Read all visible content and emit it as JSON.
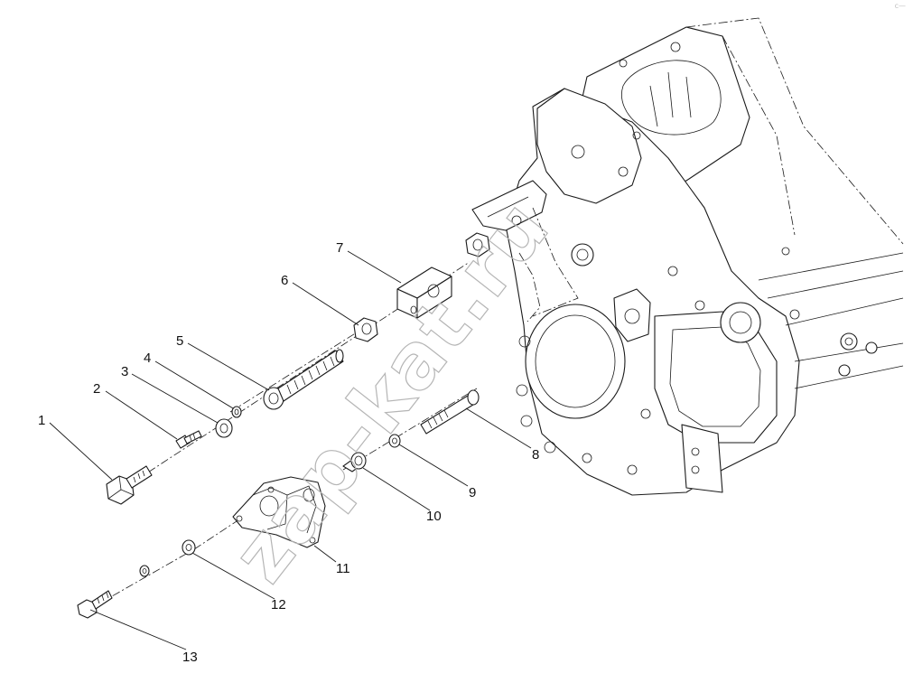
{
  "watermark": "zap-kat.ru",
  "corner_mark": "c—",
  "callouts": [
    {
      "id": "1",
      "label": "1"
    },
    {
      "id": "2",
      "label": "2"
    },
    {
      "id": "3",
      "label": "3"
    },
    {
      "id": "4",
      "label": "4"
    },
    {
      "id": "5",
      "label": "5"
    },
    {
      "id": "6",
      "label": "6"
    },
    {
      "id": "7",
      "label": "7"
    },
    {
      "id": "8",
      "label": "8"
    },
    {
      "id": "9",
      "label": "9"
    },
    {
      "id": "10",
      "label": "10"
    },
    {
      "id": "11",
      "label": "11"
    },
    {
      "id": "12",
      "label": "12"
    },
    {
      "id": "13",
      "label": "13"
    }
  ]
}
